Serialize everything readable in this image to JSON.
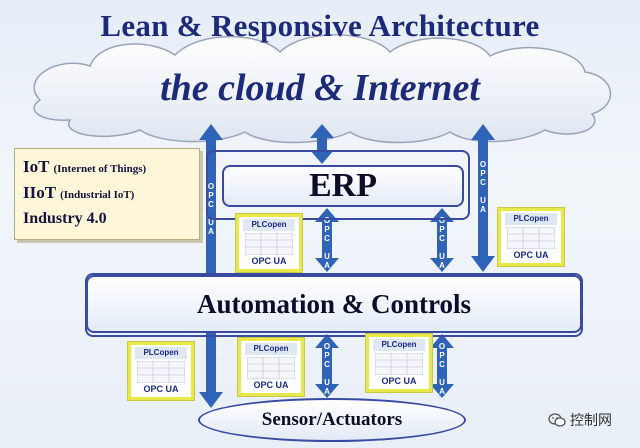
{
  "title": "Lean & Responsive Architecture",
  "cloud": "the cloud & Internet",
  "erp": "ERP",
  "automation": "Automation & Controls",
  "sensor": "Sensor/Actuators",
  "note": {
    "iot": "IoT",
    "iot_sub": "(Internet of Things)",
    "iiot": "IIoT",
    "iiot_sub": "(Industrial IoT)",
    "industry": "Industry 4.0"
  },
  "badge": {
    "top": "PLCopen",
    "bottom": "OPC UA"
  },
  "arrow_label": "OPC UA",
  "brand": "控制网",
  "colors": {
    "arrow": "#2e63b8",
    "title": "#1d2a78",
    "border": "#3a4aa0",
    "note_bg": "#fdf6d8",
    "badge_border": "#e8e84a"
  }
}
